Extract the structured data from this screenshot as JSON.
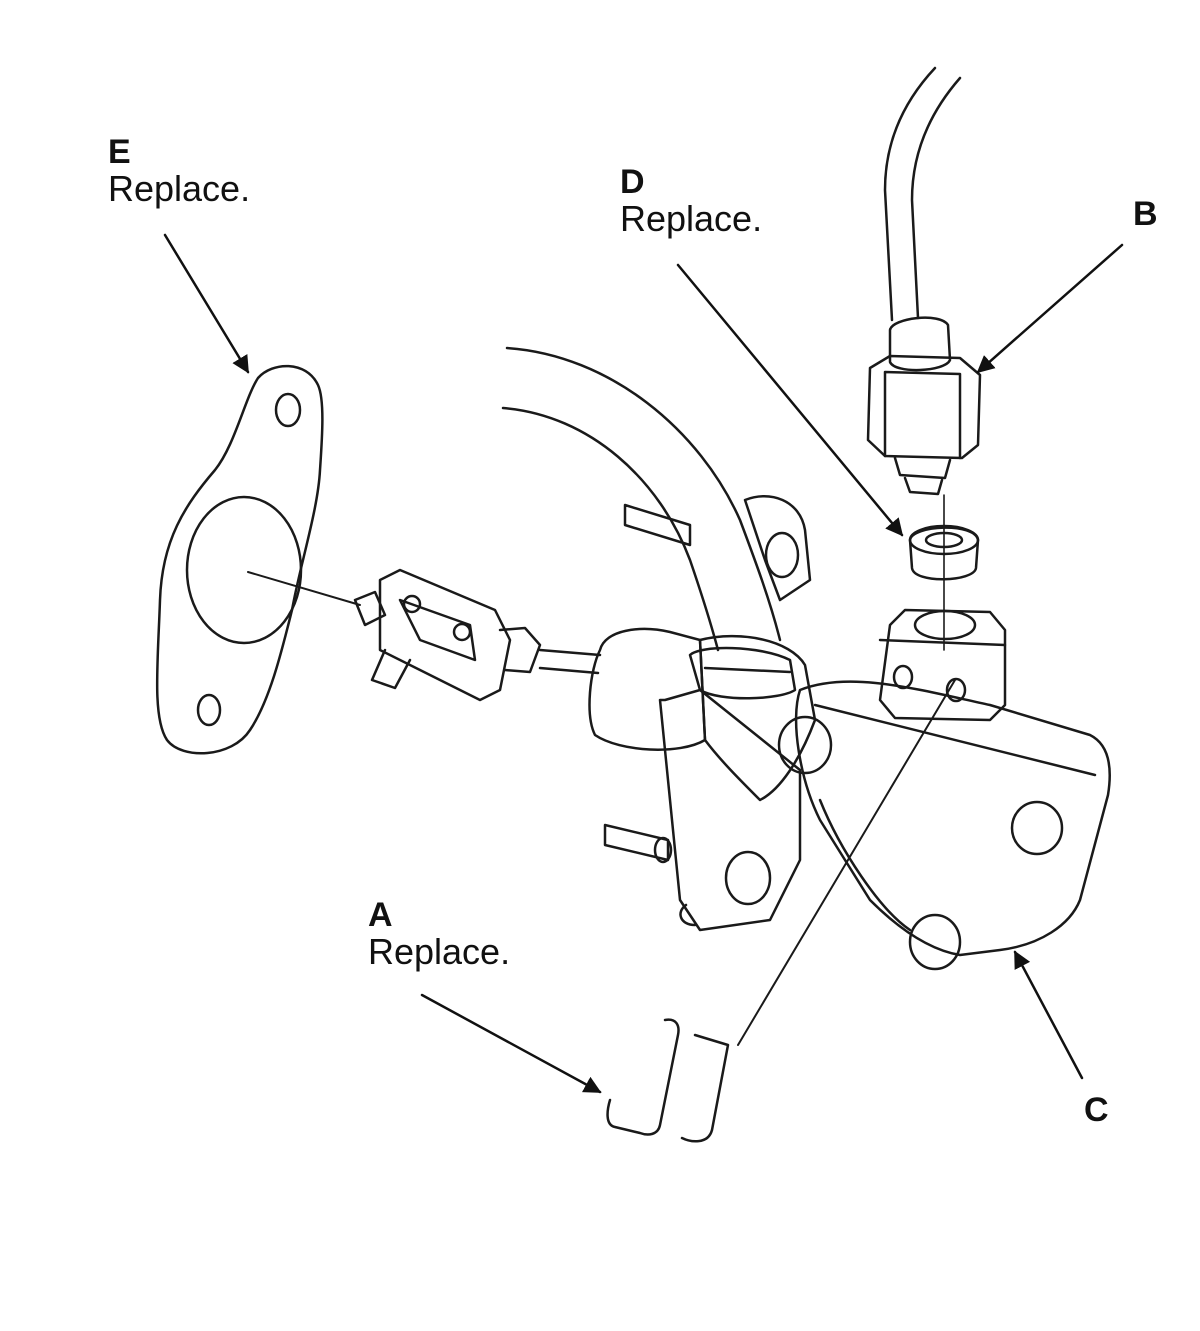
{
  "callouts": {
    "a": {
      "letter": "A",
      "note": "Replace."
    },
    "b": {
      "letter": "B"
    },
    "c": {
      "letter": "C"
    },
    "d": {
      "letter": "D",
      "note": "Replace."
    },
    "e": {
      "letter": "E",
      "note": "Replace."
    }
  },
  "colors": {
    "line": "#1a1a1a",
    "background": "#ffffff"
  }
}
